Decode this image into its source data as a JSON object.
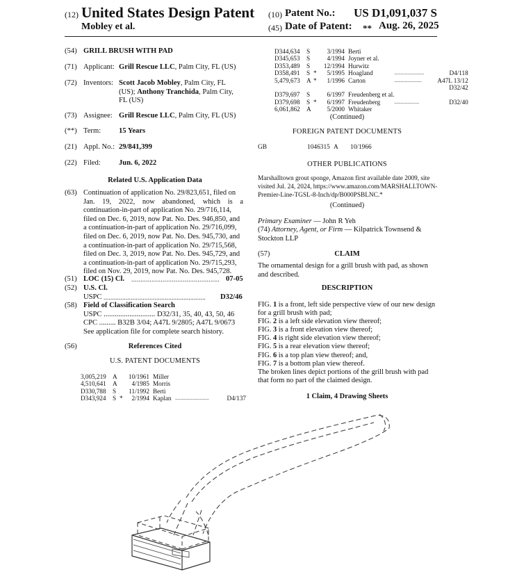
{
  "header": {
    "code12": "(12)",
    "doc_type": "United States Design Patent",
    "inventors_short": "Mobley et al.",
    "code10": "(10)",
    "patent_no_label": "Patent No.:",
    "patent_no": "US D1,091,037 S",
    "code45": "(45)",
    "date_label": "Date of Patent:",
    "stars": "**",
    "date": "Aug. 26, 2025"
  },
  "fields": {
    "title": {
      "code": "(54)",
      "value": "GRILL BRUSH WITH PAD"
    },
    "applicant": {
      "code": "(71)",
      "label": "Applicant:",
      "name": "Grill Rescue LLC",
      "rest": ", Palm City, FL (US)"
    },
    "inventors": {
      "code": "(72)",
      "label": "Inventors:",
      "lines": [
        "Scott Jacob Mobley, Palm City, FL",
        "(US); Anthony Tranchida, Palm City,",
        "FL (US)"
      ]
    },
    "assignee": {
      "code": "(73)",
      "label": "Assignee:",
      "name": "Grill Rescue LLC",
      "rest": ", Palm City, FL (US)"
    },
    "term": {
      "code": "(**)",
      "label": "Term:",
      "value": "15 Years"
    },
    "appl": {
      "code": "(21)",
      "label": "Appl. No.:",
      "value": "29/841,399"
    },
    "filed": {
      "code": "(22)",
      "label": "Filed:",
      "value": "Jun. 6, 2022"
    }
  },
  "related": {
    "heading": "Related U.S. Application Data",
    "code": "(63)",
    "lines": [
      "Continuation of application No. 29/823,651, filed on",
      "Jan. 19, 2022, now abandoned, which is a",
      "continuation-in-part of application No. 29/716,114,",
      "filed on Dec. 6, 2019, now Pat. No. Des. 946,850, and",
      "a continuation-in-part of application No. 29/716,099,",
      "filed on Dec. 6, 2019, now Pat. No. Des. 945,730, and",
      "a continuation-in-part of application No. 29/715,568,",
      "filed on Dec. 3, 2019, now Pat. No. Des. 945,729, and",
      "a continuation-in-part of application No. 29/715,293,",
      "filed on Nov. 29, 2019, now Pat. No. Des. 945,728."
    ]
  },
  "classification": {
    "loc_code": "(51)",
    "loc_label": "LOC (15) Cl.",
    "loc_dots": "................................................",
    "loc_value": "07-05",
    "us_code": "(52)",
    "us_label": "U.S. Cl.",
    "uspc_label": "USPC",
    "uspc_dots": "............................................................",
    "uspc_value": "D32/46",
    "search_code": "(58)",
    "search_label": "Field of Classification Search",
    "search_uspc": "USPC ............................ D32/31, 35, 40, 43, 50, 46",
    "search_cpc": "CPC ......... B32B 3/04; A47L 9/2805; A47L 9/0673",
    "search_note": "See application file for complete search history."
  },
  "references": {
    "code": "(56)",
    "heading": "References Cited",
    "us_heading": "U.S. PATENT DOCUMENTS",
    "left": [
      [
        "3,005,219",
        "A",
        "",
        "10/1961",
        "Miller",
        "",
        ""
      ],
      [
        "4,510,641",
        "A",
        "",
        "4/1985",
        "Morris",
        "",
        ""
      ],
      [
        "D330,788",
        "S",
        "",
        "11/1992",
        "Berti",
        "",
        ""
      ],
      [
        "D343,924",
        "S",
        "*",
        "2/1994",
        "Kaplan",
        "..........................",
        "D4/137"
      ]
    ],
    "right": [
      [
        "D344,634",
        "S",
        "",
        "3/1994",
        "Berti",
        "",
        ""
      ],
      [
        "D345,653",
        "S",
        "",
        "4/1994",
        "Joyner et al.",
        "",
        ""
      ],
      [
        "D353,489",
        "S",
        "",
        "12/1994",
        "Hurwitz",
        "",
        ""
      ],
      [
        "D358,491",
        "S",
        "*",
        "5/1995",
        "Hoagland",
        ".......................",
        "D4/118"
      ],
      [
        "5,479,673",
        "A",
        "*",
        "1/1996",
        "Carton",
        ".....................",
        "A47L 13/12"
      ],
      [
        "",
        "",
        "",
        "",
        "",
        "",
        "D32/42"
      ],
      [
        "D379,697",
        "S",
        "",
        "6/1997",
        "Freudenberg et al.",
        "",
        ""
      ],
      [
        "D379,698",
        "S",
        "*",
        "6/1997",
        "Freudenberg",
        "...................",
        "D32/40"
      ],
      [
        "6,061,862",
        "A",
        "",
        "5/2000",
        "Whitaker",
        "",
        ""
      ]
    ],
    "continued": "(Continued)",
    "foreign_heading": "FOREIGN PATENT DOCUMENTS",
    "foreign": [
      "GB",
      "1046315",
      "A",
      "10/1966"
    ],
    "other_heading": "OTHER PUBLICATIONS",
    "other_lines": [
      "Marshalltown grout sponge, Amazon first available date 2009, site",
      "visited Jul. 24, 2024, https://www.amazon.com/MARSHALLTOWN-",
      "Premier-Line-TGSL-8-Inch/dp/B000PSBLNC.*"
    ],
    "continued2": "(Continued)"
  },
  "examiner": {
    "primary_label": "Primary Examiner",
    "primary_value": " — John R Yeh",
    "attorney_code": "(74)",
    "attorney_label": "Attorney, Agent, or Firm",
    "attorney_value": " — Kilpatrick Townsend &",
    "attorney_value2": "Stockton LLP"
  },
  "claim": {
    "code": "(57)",
    "heading": "CLAIM",
    "lines": [
      "The ornamental design for a grill brush with pad, as shown",
      "and described."
    ]
  },
  "description": {
    "heading": "DESCRIPTION",
    "figs": [
      {
        "fig": "FIG. ",
        "num": "1",
        "text": " is a front, left side perspective view of our new design"
      },
      {
        "fig": "",
        "num": "",
        "text": "for a grill brush with pad;"
      },
      {
        "fig": "FIG. ",
        "num": "2",
        "text": " is a left side elevation view thereof;"
      },
      {
        "fig": "FIG. ",
        "num": "3",
        "text": " is a front elevation view thereof;"
      },
      {
        "fig": "FIG. ",
        "num": "4",
        "text": " is right side elevation view thereof;"
      },
      {
        "fig": "FIG. ",
        "num": "5",
        "text": " is a rear elevation view thereof;"
      },
      {
        "fig": "FIG. ",
        "num": "6",
        "text": " is a top plan view thereof; and,"
      },
      {
        "fig": "FIG. ",
        "num": "7",
        "text": " is a bottom plan view thereof."
      },
      {
        "fig": "",
        "num": "",
        "text": "The broken lines depict portions of the grill brush with pad"
      },
      {
        "fig": "",
        "num": "",
        "text": "that form no part of the claimed design."
      }
    ],
    "summary": "1 Claim, 4 Drawing Sheets"
  }
}
